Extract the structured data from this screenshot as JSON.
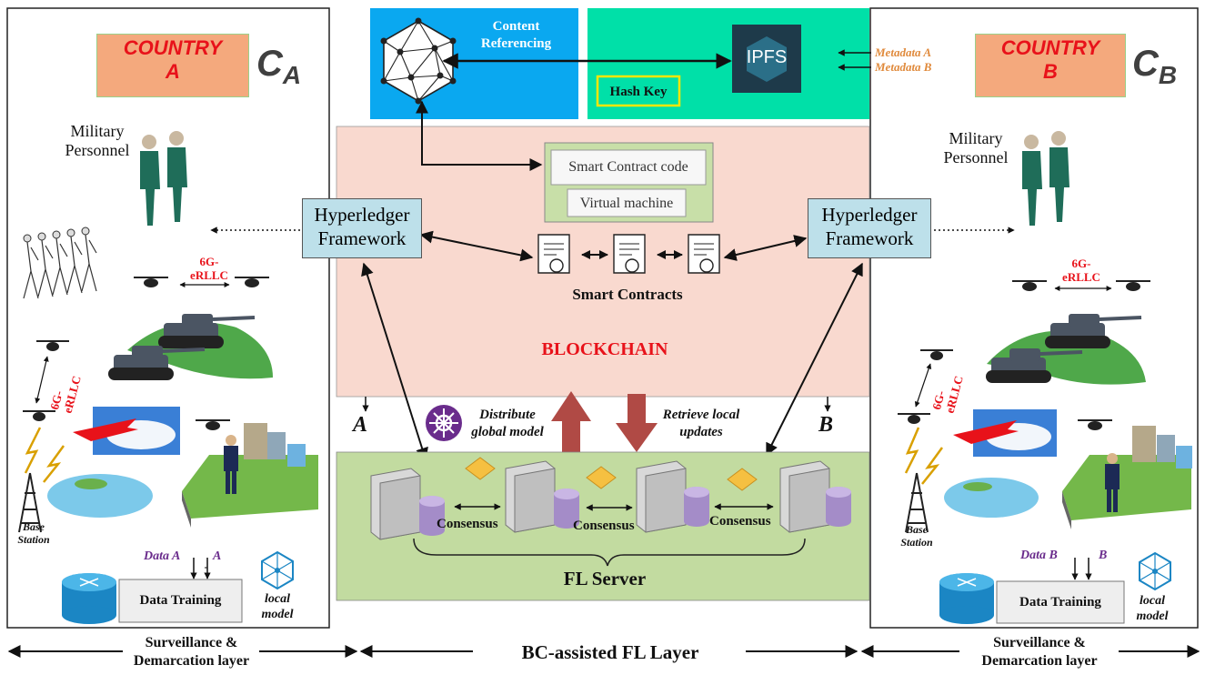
{
  "countries": {
    "a": {
      "label": "COUNTRY A",
      "symbol": "C",
      "subscript": "A"
    },
    "b": {
      "label": "COUNTRY B",
      "symbol": "C",
      "subscript": "B"
    }
  },
  "labels": {
    "military_a": "Military Personnel",
    "military_b": "Military Personnel",
    "hyperledger_a": "Hyperledger Framework",
    "hyperledger_b": "Hyperledger Framework",
    "link_a1": "6G-eRLLC",
    "link_a2": "6G-eRLLC",
    "link_b1": "6G-eRLLC",
    "link_b2": "6G-eRLLC",
    "base_station_a": "Base Station",
    "base_station_b": "Base Station",
    "data_a": "Data A",
    "data_b": "Data B",
    "upd_a": "A",
    "upd_b": "B",
    "training_a": "Data Training",
    "training_b": "Data Training",
    "local_model_a": "local model",
    "local_model_b": "local model",
    "content_ref": "Content Referencing",
    "ipfs": "IPFS",
    "hash_key": "Hash Key",
    "metadata_a": "Metadata A",
    "metadata_b": "Metadata B",
    "smart_contract_code": "Smart Contract code",
    "virtual_machine": "Virtual machine",
    "smart_contracts": "Smart Contracts",
    "blockchain": "BLOCKCHAIN",
    "arrow_a": "A",
    "arrow_b": "B",
    "distribute": "Distribute global model",
    "retrieve": "Retrieve local updates",
    "consensus_1": "Consensus",
    "consensus_2": "Consensus",
    "consensus_3": "Consensus",
    "fl_server": "FL Server",
    "layer_left": "Surveillance & Demarcation layer",
    "layer_mid": "BC-assisted FL Layer",
    "layer_right": "Surveillance & Demarcation layer"
  },
  "colors": {
    "blue_box": "#0aa8f0",
    "green_box": "#00e0a8",
    "blockchain": "#f9d9cf",
    "fl_server": "#c2dba0",
    "hyperledger": "#bde0ea",
    "country": "#f4a97d",
    "accent_red": "#e8121a",
    "purple": "#6a2c8c",
    "orange": "#e08a3c",
    "arrow_dark_red": "#b04a45"
  },
  "icons": [
    "network-graph-icon",
    "ipfs-icon",
    "certificate-icon",
    "server-icon",
    "database-icon",
    "drone-icon",
    "tank-icon",
    "soldier-icon",
    "jet-icon",
    "tower-icon",
    "router-icon",
    "local-model-icon",
    "diamond-icon",
    "gear-icon"
  ]
}
